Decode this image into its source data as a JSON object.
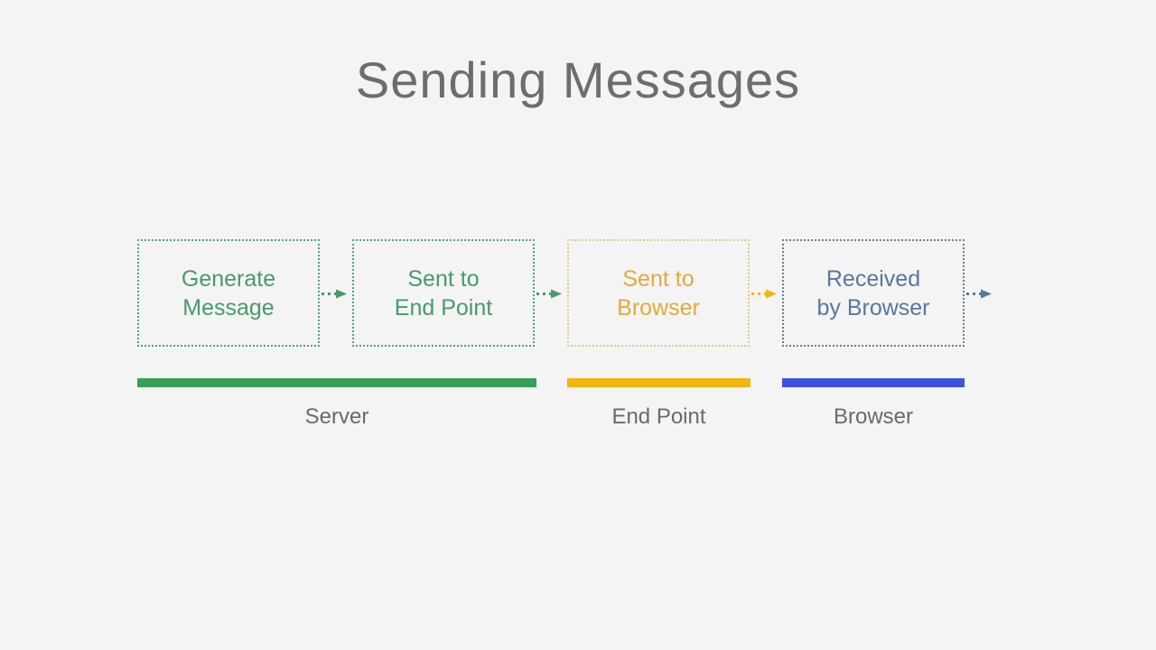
{
  "slide": {
    "title": "Sending Messages"
  },
  "flow": {
    "steps": [
      {
        "label": "Generate\nMessage",
        "color": "green"
      },
      {
        "label": "Sent to\nEnd Point",
        "color": "green"
      },
      {
        "label": "Sent to\nBrowser",
        "color": "yellow"
      },
      {
        "label": "Received\nby Browser",
        "color": "blue"
      }
    ],
    "arrows": [
      {
        "after_step": 1,
        "color": "green"
      },
      {
        "after_step": 2,
        "color": "green"
      },
      {
        "after_step": 3,
        "color": "yellow"
      },
      {
        "after_step": 4,
        "color": "blue"
      }
    ]
  },
  "lanes": [
    {
      "label": "Server",
      "color": "green",
      "spans_steps": [
        1,
        2
      ]
    },
    {
      "label": "End Point",
      "color": "yellow",
      "spans_steps": [
        3
      ]
    },
    {
      "label": "Browser",
      "color": "blue",
      "spans_steps": [
        4
      ]
    }
  ],
  "colors": {
    "bg": "#f4f4f4",
    "title_gray": "#6d6d6d",
    "label_gray": "#6a6a6a",
    "green_text": "#469b6b",
    "green_border": "#55a278",
    "green_bar": "#33a05c",
    "yellow_text": "#e2aa3f",
    "yellow_border": "#d9cc8e",
    "yellow_bar": "#f2b50e",
    "blue_text": "#5a77a0",
    "blue_border": "#707d8e",
    "blue_bar": "#3d52e2"
  }
}
